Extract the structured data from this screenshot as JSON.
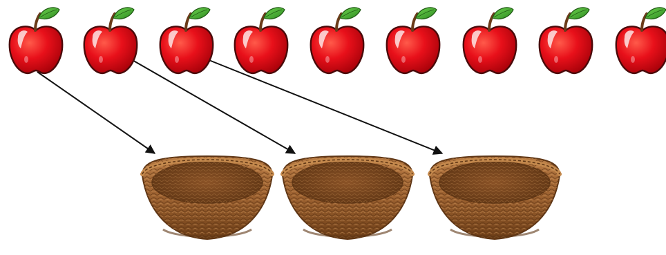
{
  "scene": {
    "apple_count": 9,
    "basket_count": 3,
    "arrows": [
      {
        "from_apple": 1,
        "to_basket": 1
      },
      {
        "from_apple": 2,
        "to_basket": 2
      },
      {
        "from_apple": 3,
        "to_basket": 3
      }
    ]
  },
  "colors": {
    "apple_red": "#e8101a",
    "apple_outline": "#4a0a0a",
    "apple_highlight": "#ffffff",
    "leaf_green": "#3aa52b",
    "stem_brown": "#6b3b1a",
    "basket_brown": "#9c6130",
    "basket_dark": "#5e3514",
    "basket_light": "#c4894d",
    "arrow": "#111111"
  },
  "icons": {
    "apple": "apple-icon",
    "basket": "basket-icon",
    "arrow": "arrow"
  }
}
